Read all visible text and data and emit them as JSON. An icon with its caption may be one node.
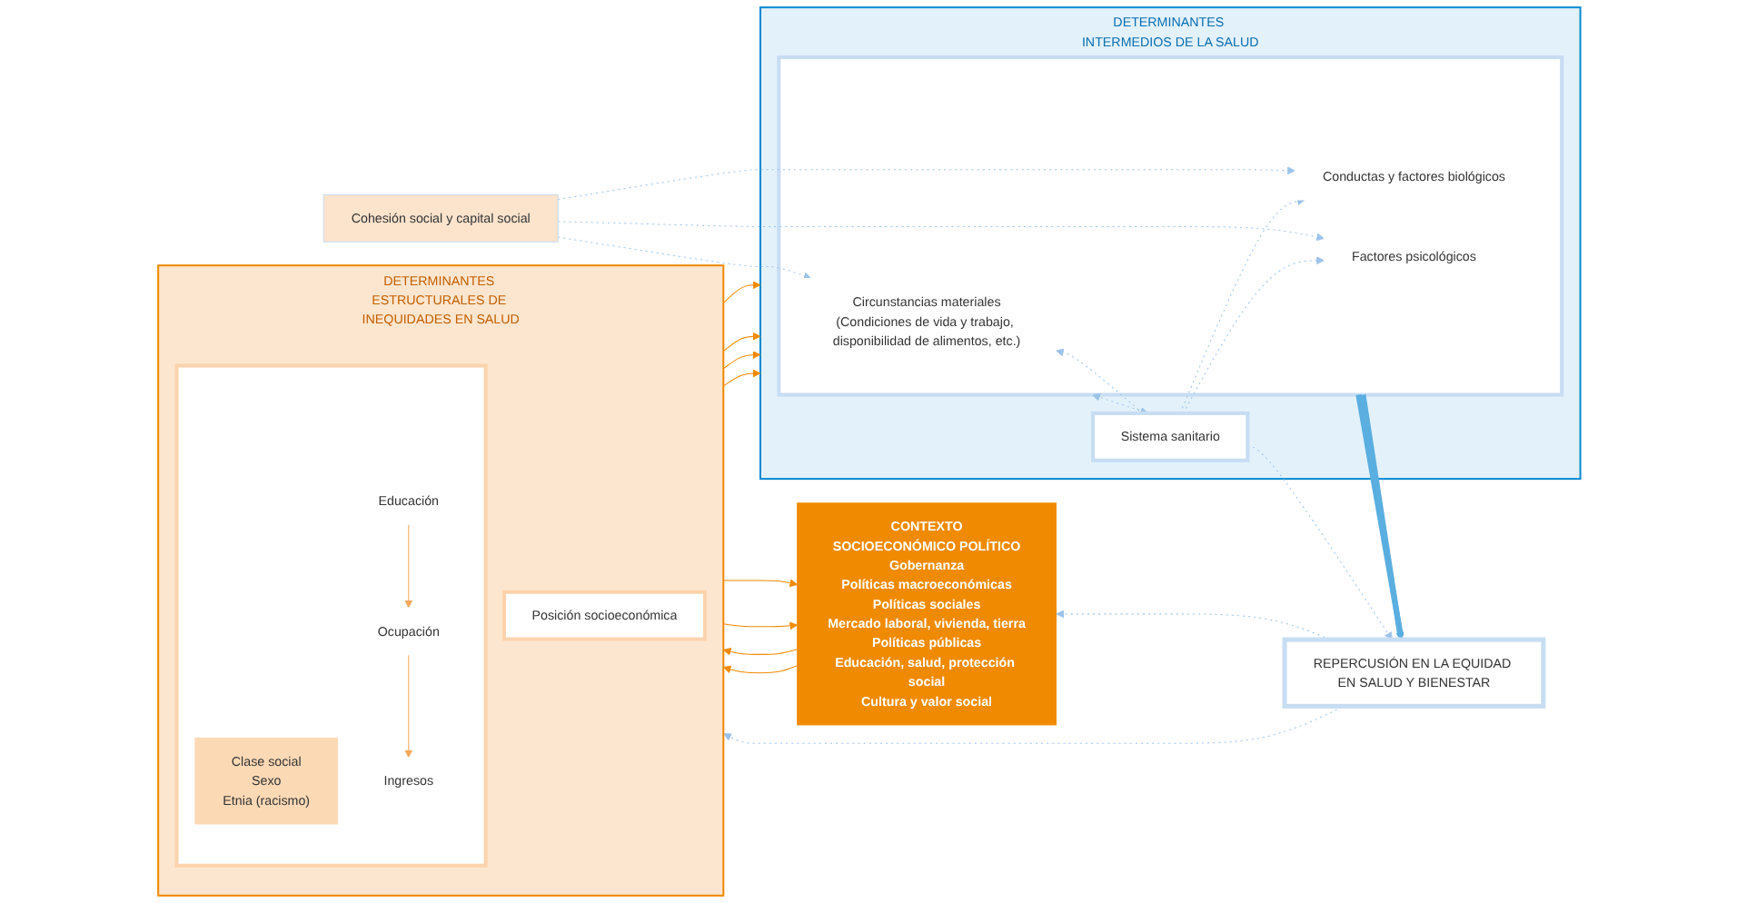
{
  "diagram": {
    "nodes": [
      {
        "text": [
          "CONTEXTO",
          "SOCIOECONÓMICO POLÍTICO",
          "Gobernanza",
          "Políticas macroeconómicas",
          "Políticas sociales",
          "Mercado laboral, vivienda, tierra",
          "Políticas públicas",
          "Educación, salud, protección social",
          "Cultura y valor social"
        ]
      },
      {
        "text": [
          "DETERMINANTES ESTRUCTURALES DE INEQUIDADES EN SALUD"
        ]
      },
      {
        "text": [
          "Posición socioeconómica"
        ],
        "in": 1
      },
      {
        "text": [],
        "shape": "box",
        "in": 1
      },
      {
        "text": [
          "Clase social",
          "Sexo",
          "Etnia (racismo)"
        ],
        "in": 3
      },
      {
        "text": [
          "Educación"
        ],
        "in": 3
      },
      {
        "text": [
          "Ocupación"
        ],
        "in": 3
      },
      {
        "text": [
          "Ingresos"
        ],
        "in": 3
      },
      {
        "text": [
          "Cohesión social y capital social"
        ]
      },
      {
        "text": [
          "DETERMINANTES INTERMEDIOS DE LA SALUD"
        ]
      },
      {
        "text": [],
        "shape": "box",
        "in": 9
      },
      {
        "text": [
          "Circunstancias materiales",
          "(Condiciones de vida y trabajo, disponibilidad de alimentos, etc.)"
        ],
        "in": 10
      },
      {
        "text": [
          "Conductas y factores biológicos"
        ],
        "in": 10
      },
      {
        "text": [
          "Factores psicológicos"
        ],
        "in": 10
      },
      {
        "text": [
          "Sistema sanitario"
        ],
        "in": 9
      },
      {
        "text": [
          "REPERCUSIÓN EN LA EQUIDAD EN SALUD Y BIENESTAR"
        ]
      }
    ],
    "edges": [
      {
        "from": 0,
        "to": 1,
        "arrow": "to",
        "color": "#f08a00"
      },
      {
        "from": 1,
        "to": 0,
        "arrow": "to",
        "color": "#f08a00"
      },
      {
        "from": 0,
        "to": 1,
        "arrow": "to",
        "color": "#f08a00"
      },
      {
        "from": 1,
        "to": 0,
        "arrow": "to",
        "color": "#f08a00"
      },
      {
        "from": 5,
        "to": 6,
        "arrow": "to",
        "color": "#f5a85a"
      },
      {
        "from": 6,
        "to": 7,
        "arrow": "to",
        "color": "#f5a85a"
      },
      {
        "from": 1,
        "to": 9,
        "arrow": "to",
        "color": "#f08a00"
      },
      {
        "from": 1,
        "to": 9,
        "arrow": "to",
        "color": "#f08a00"
      },
      {
        "from": 1,
        "to": 9,
        "arrow": "to",
        "color": "#f08a00"
      },
      {
        "from": 1,
        "to": 9,
        "arrow": "to",
        "color": "#f08a00"
      },
      {
        "from": 8,
        "to": 11,
        "arrow": "to",
        "style": "dashed"
      },
      {
        "from": 8,
        "to": 12,
        "arrow": "to",
        "style": "dashed"
      },
      {
        "from": 8,
        "to": 13,
        "arrow": "to",
        "style": "dashed"
      },
      {
        "from": 14,
        "to": 11,
        "arrow": "to",
        "style": "dashed"
      },
      {
        "from": 14,
        "to": 12,
        "arrow": "to",
        "style": "dashed"
      },
      {
        "from": 14,
        "to": 13,
        "arrow": "to",
        "style": "dashed"
      },
      {
        "from": 10,
        "to": 14,
        "arrow": "both",
        "style": "dashed"
      },
      {
        "from": 10,
        "to": 15,
        "arrow": "to",
        "style": "thick",
        "color": "#5aaee0"
      },
      {
        "from": 10,
        "to": 15,
        "arrow": "to",
        "style": "thick",
        "color": "#5aaee0"
      },
      {
        "from": 14,
        "to": 15,
        "arrow": "to",
        "style": "dashed"
      },
      {
        "from": 15,
        "to": 0,
        "arrow": "to",
        "style": "dashed"
      },
      {
        "from": 15,
        "to": 1,
        "arrow": "to",
        "style": "dashed"
      }
    ]
  }
}
